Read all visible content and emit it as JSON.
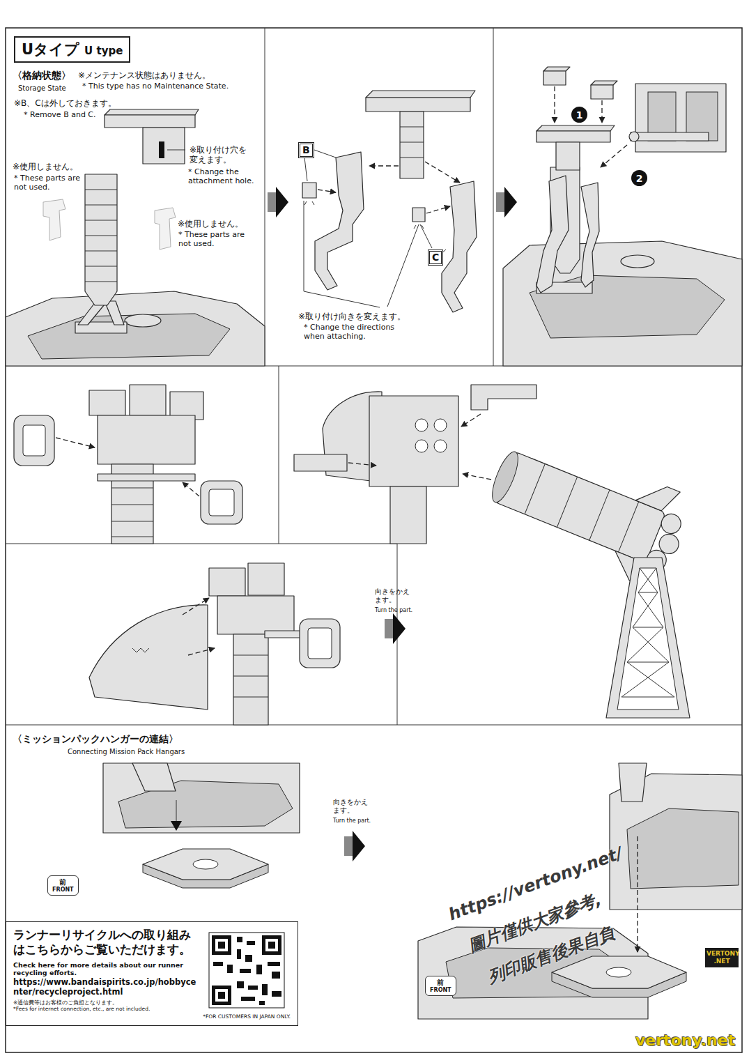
{
  "diagram": {
    "nodes": [
      {
        "text": [
          "Uタイプ",
          "U type"
        ]
      },
      {
        "text": [
          "B"
        ]
      },
      {
        "text": [
          "C"
        ]
      },
      {
        "text": [
          "1"
        ]
      },
      {
        "text": [
          "2"
        ]
      },
      {
        "text": [
          "前",
          "FRONT"
        ]
      },
      {
        "text": [
          "ランナーリサイクルへの取り組みはこちらからご覧いただけます。",
          "Check here for more details about our runner recycling efforts.",
          "https://www.bandaispirits.co.jp/hobbycenter/recycleproject.html",
          "※通信費等はお客様のご負担となります。",
          "*Fees for internet connection, etc., are not included.",
          "*FOR CUSTOMERS IN JAPAN ONLY."
        ]
      },
      {
        "text": [
          "前",
          "FRONT"
        ]
      }
    ],
    "labels": [
      "〈格納状態〉",
      "Storage State",
      "※メンテナンス状態はありません。",
      "* This type has no Maintenance State.",
      "※B、Cは外しておきます。",
      "* Remove B and C.",
      "※取り付け穴を変えます。",
      "* Change the attachment hole.",
      "※使用しません。",
      "* These parts are not used.",
      "※使用しません。",
      "* These parts are not used.",
      "※取り付け向きを変えます。",
      "* Change the directions when attaching.",
      "向きをかえます。",
      "Turn the part.",
      "〈ミッションパックハンガーの連結〉",
      "Connecting Mission Pack Hangars",
      "向きをかえます。",
      "Turn the part.",
      "https://vertony.net/",
      "圖片僅供大家參考,",
      "列印販售後果自負",
      "VERTONY .NET",
      "vertony.net"
    ]
  }
}
